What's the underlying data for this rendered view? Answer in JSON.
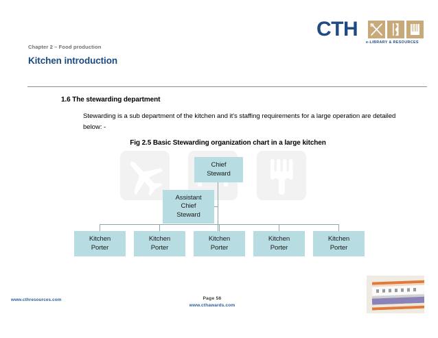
{
  "logo": {
    "wordmark": "CTH",
    "tagline": "e-LIBRARY & RESOURCES",
    "tiles": [
      {
        "icon": "cutlery-icon"
      },
      {
        "icon": "chef-icon"
      },
      {
        "icon": "book-icon"
      }
    ],
    "colors": {
      "wordmark": "#1f4a82",
      "tile": "#c8a97a"
    }
  },
  "header": {
    "chapter": "Chapter 2 – Food production",
    "title": "Kitchen introduction",
    "title_color": "#1b4a7e",
    "divider_color": "#8c8c8c"
  },
  "body": {
    "section_heading": "1.6 The stewarding department",
    "paragraph": "Stewarding is a sub department of the kitchen and it's staffing requirements for a large operation are detailed below: -",
    "figure_caption": "Fig 2.5 Basic Stewarding organization chart in a large kitchen"
  },
  "chart_data": {
    "type": "diagram",
    "title": "Fig 2.5 Basic Stewarding organization chart in a large kitchen",
    "node_fill": "#b7dde3",
    "connector_color": "#8aa6ad",
    "watermarks": [
      {
        "name": "airplane-watermark",
        "icon": "airplane-icon"
      },
      {
        "name": "bed-watermark",
        "icon": "bed-icon"
      },
      {
        "name": "fork-watermark",
        "icon": "fork-icon"
      }
    ],
    "nodes": [
      {
        "id": "chief",
        "label": "Chief\nSteward",
        "level": 0
      },
      {
        "id": "assistant",
        "label": "Assistant\nChief\nSteward",
        "level": 1
      },
      {
        "id": "porter-0",
        "label": "Kitchen\nPorter",
        "level": 2
      },
      {
        "id": "porter-1",
        "label": "Kitchen\nPorter",
        "level": 2
      },
      {
        "id": "porter-2",
        "label": "Kitchen\nPorter",
        "level": 2
      },
      {
        "id": "porter-3",
        "label": "Kitchen\nPorter",
        "level": 2
      },
      {
        "id": "porter-4",
        "label": "Kitchen\nPorter",
        "level": 2
      }
    ],
    "edges": [
      {
        "from": "chief",
        "to": "assistant"
      },
      {
        "from": "chief",
        "to": "porter-0"
      },
      {
        "from": "chief",
        "to": "porter-1"
      },
      {
        "from": "chief",
        "to": "porter-2"
      },
      {
        "from": "chief",
        "to": "porter-3"
      },
      {
        "from": "chief",
        "to": "porter-4"
      }
    ]
  },
  "footer": {
    "left_url": "www.cthresources.com",
    "page_label": "Page 56",
    "center_url": "www.cthawards.com",
    "link_color": "#2a5d9e",
    "books_image": "stacked-books-photo"
  }
}
